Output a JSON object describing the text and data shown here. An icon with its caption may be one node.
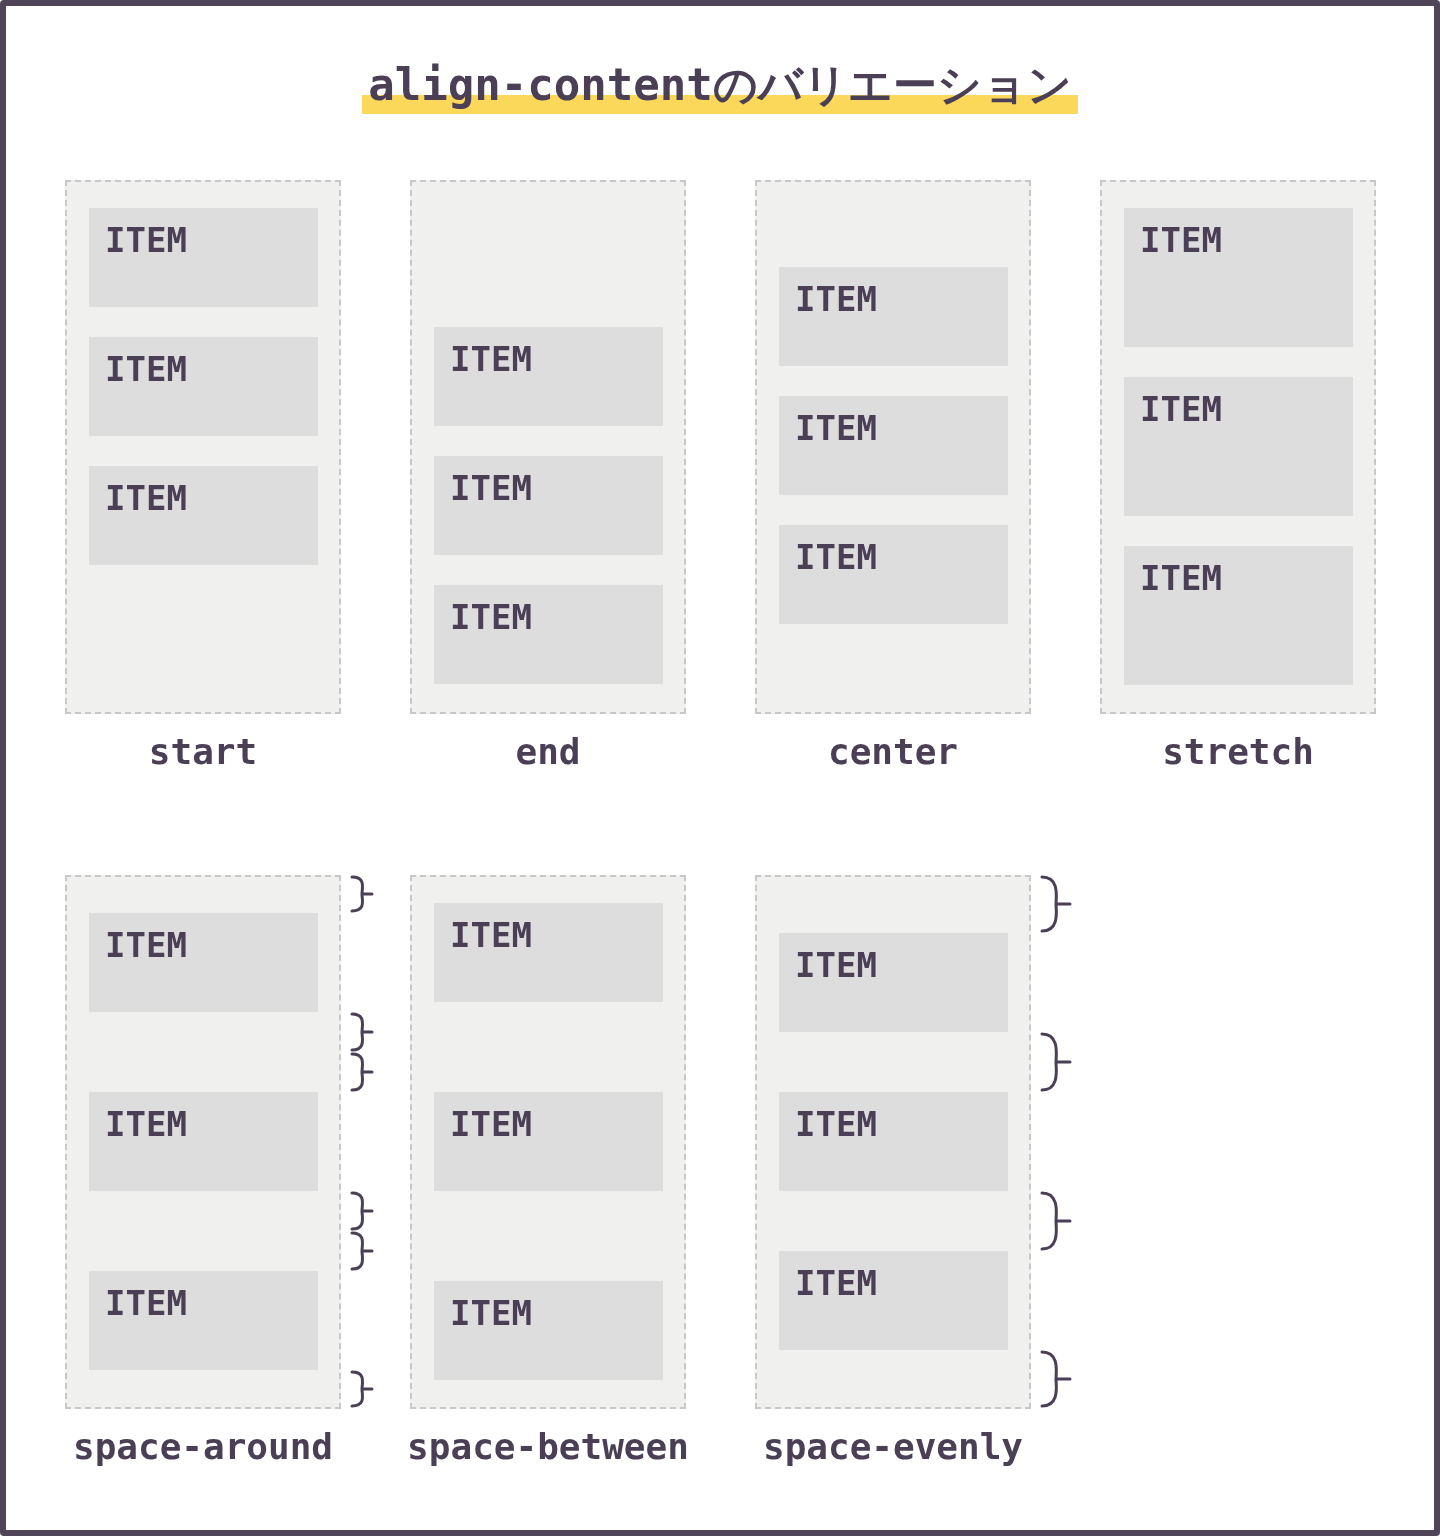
{
  "diagram": {
    "title": "align-contentのバリエーション",
    "nodes": [
      {
        "text": [
          "start"
        ]
      },
      {
        "text": [
          "ITEM"
        ],
        "in": 0
      },
      {
        "text": [
          "ITEM"
        ],
        "in": 0
      },
      {
        "text": [
          "ITEM"
        ],
        "in": 0
      },
      {
        "text": [
          "end"
        ]
      },
      {
        "text": [
          "ITEM"
        ],
        "in": 4
      },
      {
        "text": [
          "ITEM"
        ],
        "in": 4
      },
      {
        "text": [
          "ITEM"
        ],
        "in": 4
      },
      {
        "text": [
          "center"
        ]
      },
      {
        "text": [
          "ITEM"
        ],
        "in": 8
      },
      {
        "text": [
          "ITEM"
        ],
        "in": 8
      },
      {
        "text": [
          "ITEM"
        ],
        "in": 8
      },
      {
        "text": [
          "stretch"
        ]
      },
      {
        "text": [
          "ITEM"
        ],
        "in": 12
      },
      {
        "text": [
          "ITEM"
        ],
        "in": 12
      },
      {
        "text": [
          "ITEM"
        ],
        "in": 12
      },
      {
        "text": [
          "space-around"
        ]
      },
      {
        "text": [
          "ITEM"
        ],
        "in": 16
      },
      {
        "text": [
          "ITEM"
        ],
        "in": 16
      },
      {
        "text": [
          "ITEM"
        ],
        "in": 16
      },
      {
        "text": [
          "space-between"
        ]
      },
      {
        "text": [
          "ITEM"
        ],
        "in": 20
      },
      {
        "text": [
          "ITEM"
        ],
        "in": 20
      },
      {
        "text": [
          "ITEM"
        ],
        "in": 20
      },
      {
        "text": [
          "space-evenly"
        ]
      },
      {
        "text": [
          "ITEM"
        ],
        "in": 24
      },
      {
        "text": [
          "ITEM"
        ],
        "in": 24
      },
      {
        "text": [
          "ITEM"
        ],
        "in": 24
      }
    ]
  }
}
